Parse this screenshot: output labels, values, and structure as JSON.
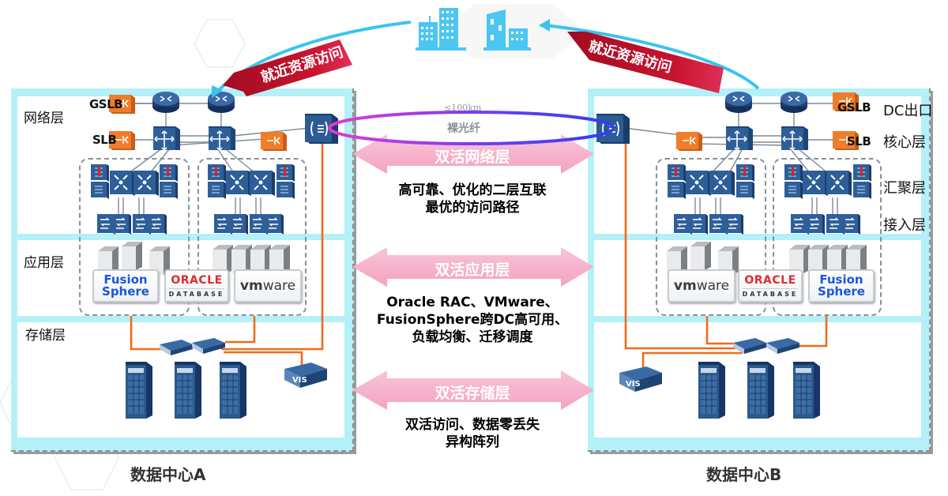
{
  "colors": {
    "frame": "#b4f0f7",
    "device_blue": "#2b5a8c",
    "lb_orange": "#ef7d2b",
    "fiber_orange": "#f26a1b",
    "ribbon_red": "#c0102a",
    "arc_cyan": "#3ac3f0",
    "pink_arrow": "#f6a7c4",
    "building": "#4cc6f2"
  },
  "top": {
    "ribbon_left": "就近资源访问",
    "ribbon_right": "就近资源访问",
    "buildings": [
      "office-buildings-icon",
      "city-buildings-icon"
    ]
  },
  "dc_a": {
    "title": "数据中心A",
    "layers": [
      "网络层",
      "应用层",
      "存储层"
    ],
    "gslb": "GSLB",
    "slb": "SLB",
    "logos": {
      "fusion_line1": "Fusion",
      "fusion_line2": "Sphere",
      "oracle": "ORACLE",
      "oracle_sub": "DATABASE",
      "vmware_bold": "vm",
      "vmware_rest": "ware"
    },
    "vis": "VIS"
  },
  "dc_b": {
    "title": "数据中心B",
    "gslb": "GSLB",
    "slb": "SLB",
    "right_labels": [
      "DC出口",
      "核心层",
      "汇聚层",
      "接入层"
    ],
    "logos": {
      "fusion_line1": "Fusion",
      "fusion_line2": "Sphere",
      "oracle": "ORACLE",
      "oracle_sub": "DATABASE",
      "vmware_bold": "vm",
      "vmware_rest": "ware"
    },
    "vis": "VIS"
  },
  "middle": {
    "fiber_distance": "≤100km",
    "fiber_label": "裸光纤",
    "network": {
      "title": "双活网络层",
      "lines": [
        "高可靠、优化的二层互联",
        "最优的访问路径"
      ]
    },
    "application": {
      "title": "双活应用层",
      "lines": [
        "Oracle RAC、VMware、",
        "FusionSphere跨DC高可用、",
        "负载均衡、迁移调度"
      ]
    },
    "storage": {
      "title": "双活存储层",
      "lines": [
        "双活访问、数据零丢失",
        "异构阵列"
      ]
    }
  }
}
